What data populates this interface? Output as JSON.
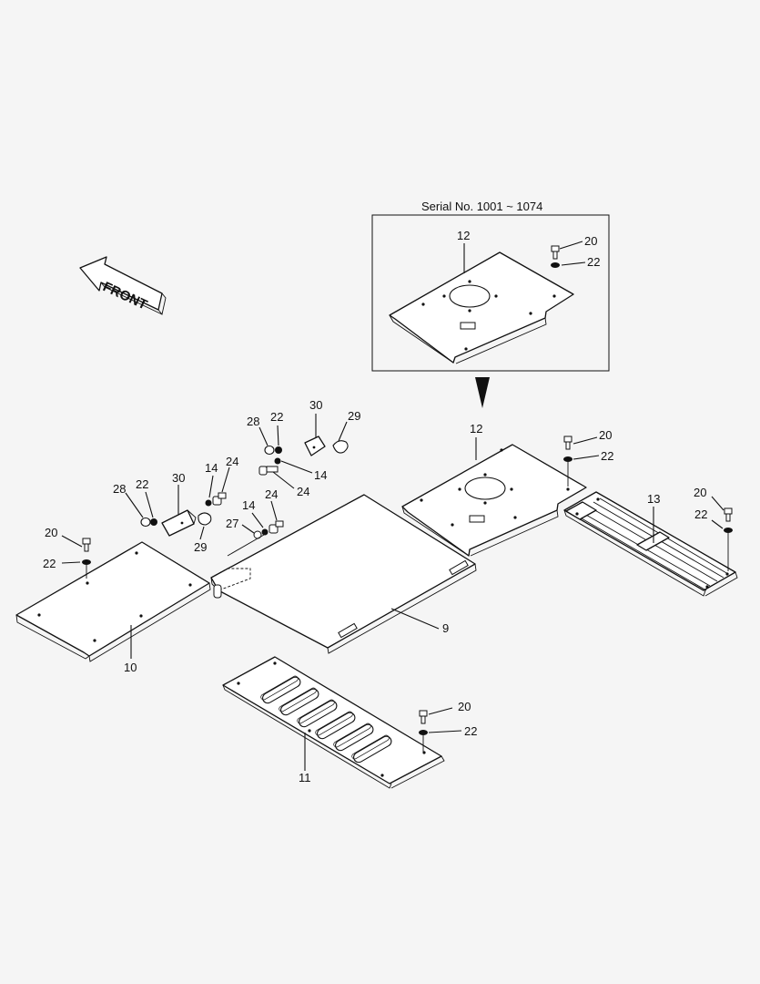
{
  "direction_label": "FRONT",
  "inset": {
    "title": "Serial No. 1001 ~ 1074"
  },
  "callouts": {
    "c12_inset": "12",
    "c20_inset": "20",
    "c22_inset": "22",
    "c30_a": "30",
    "c29_a": "29",
    "c28_a": "28",
    "c22_a": "22",
    "c14_a": "14",
    "c24_a": "24",
    "c28_b": "28",
    "c22_b": "22",
    "c30_b": "30",
    "c14_b": "14",
    "c24_b": "24",
    "c29_b": "29",
    "c14_c": "14",
    "c24_c": "24",
    "c27": "27",
    "c20_left": "20",
    "c22_left": "22",
    "c10": "10",
    "c9": "9",
    "c12": "12",
    "c20_mid": "20",
    "c22_mid": "22",
    "c13": "13",
    "c20_right": "20",
    "c22_right": "22",
    "c20_bottom": "20",
    "c22_bottom": "22",
    "c11": "11"
  }
}
